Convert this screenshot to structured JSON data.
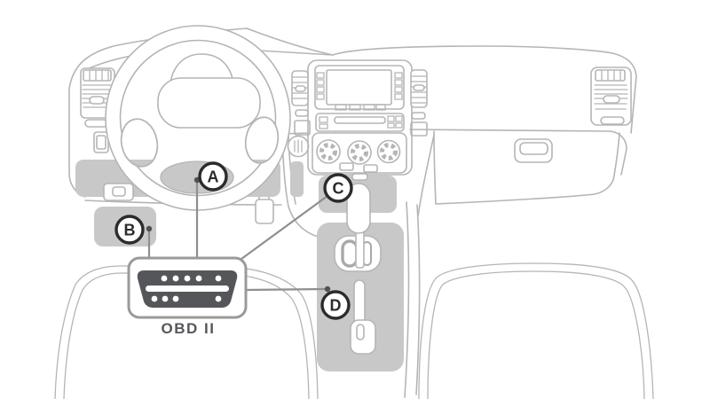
{
  "diagram": {
    "type": "obd-port-location-diagram",
    "subject": "vehicle-dashboard-line-art",
    "connector_label": "OBD II",
    "callouts": [
      {
        "letter": "A"
      },
      {
        "letter": "B"
      },
      {
        "letter": "C"
      },
      {
        "letter": "D"
      }
    ],
    "colors": {
      "background": "#ffffff",
      "line_art": "#b5b5b5",
      "highlight_fill": "#c8c8c8",
      "connector_fill": "#54565a",
      "connector_box_border": "#9a9a9a",
      "callout_border": "#2b2b2b",
      "callout_text": "#2b2b2b",
      "leader_line": "#8f8f8f",
      "label_text": "#55575a"
    }
  }
}
